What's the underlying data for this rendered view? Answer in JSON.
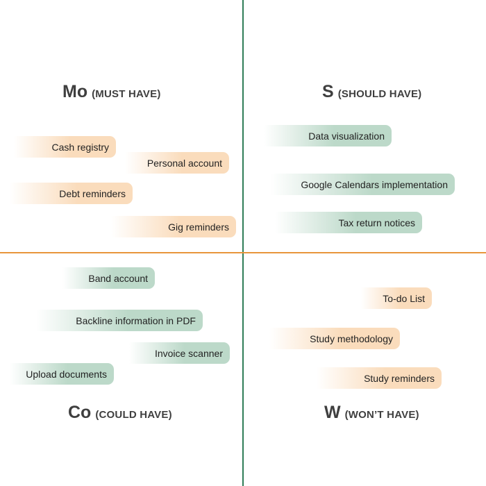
{
  "colors": {
    "vertical_divider": "#2f7d57",
    "horizontal_divider": "#e8953a",
    "orange_chip": "#fadcbc",
    "green_chip": "#bcd9c9"
  },
  "quadrants": {
    "must": {
      "letter": "Mo",
      "label": "(MUST HAVE)",
      "items": [
        "Cash registry",
        "Personal account",
        "Debt reminders",
        "Gig reminders"
      ]
    },
    "should": {
      "letter": "S",
      "label": "(SHOULD HAVE)",
      "items": [
        "Data visualization",
        "Google Calendars implementation",
        "Tax return notices"
      ]
    },
    "could": {
      "letter": "Co",
      "label": "(COULD HAVE)",
      "items": [
        "Band account",
        "Backline information in PDF",
        "Invoice scanner",
        "Upload documents"
      ]
    },
    "wont": {
      "letter": "W",
      "label": "(WON’T HAVE)",
      "items": [
        "To-do List",
        "Study methodology",
        "Study reminders"
      ]
    }
  }
}
